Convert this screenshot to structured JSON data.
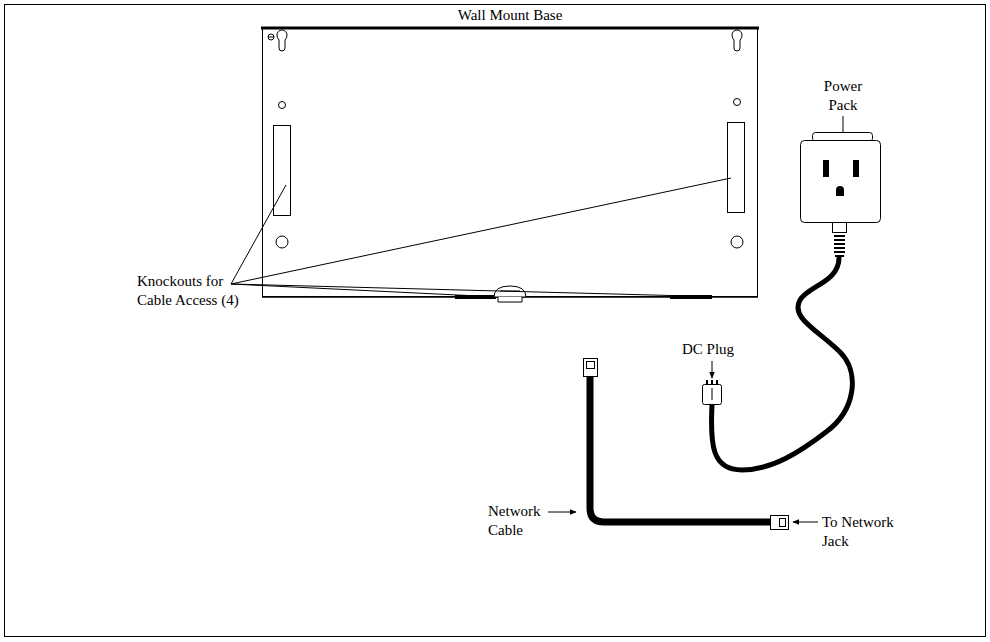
{
  "diagram": {
    "labels": [
      "Wall Mount Base",
      "Power Pack",
      "Knockouts for Cable Access (4)",
      "DC Plug",
      "Network Cable",
      "To Network Jack"
    ]
  }
}
